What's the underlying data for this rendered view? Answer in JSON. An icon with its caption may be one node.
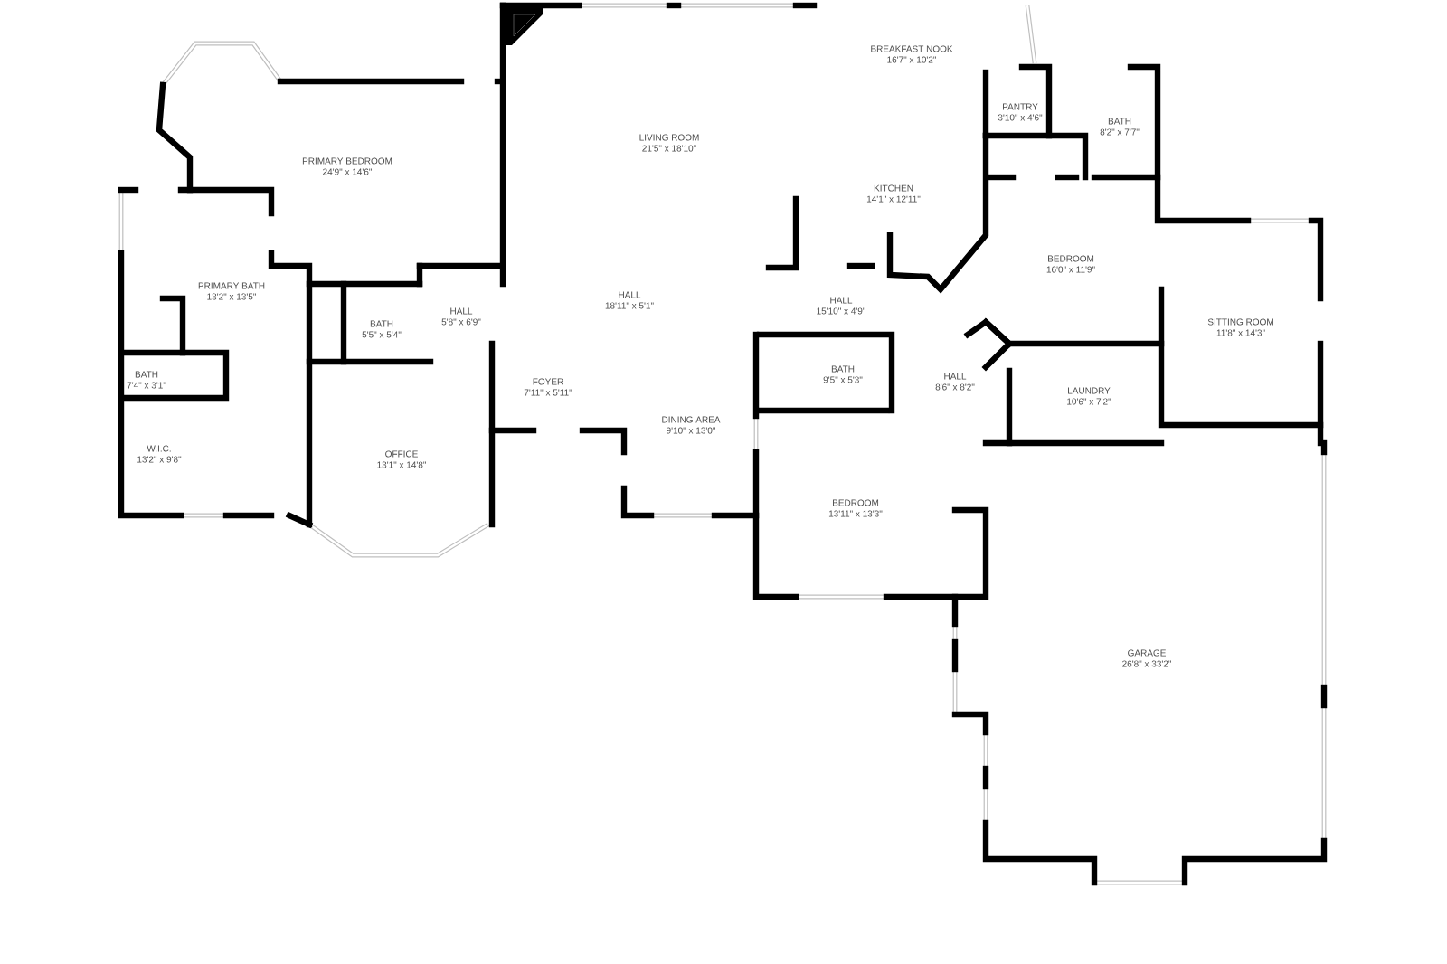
{
  "diagram": {
    "nodes": [
      {
        "text": [
          "BREAKFAST NOOK",
          "16'7\" x 10'2\""
        ]
      },
      {
        "text": [
          "PANTRY",
          "3'10\" x 4'6\""
        ]
      },
      {
        "text": [
          "BATH",
          "8'2\" x 7'7\""
        ]
      },
      {
        "text": [
          "LIVING ROOM",
          "21'5\" x 18'10\""
        ]
      },
      {
        "text": [
          "PRIMARY BEDROOM",
          "24'9\" x 14'6\""
        ]
      },
      {
        "text": [
          "KITCHEN",
          "14'1\" x 12'11\""
        ]
      },
      {
        "text": [
          "BEDROOM",
          "16'0\" x 11'9\""
        ]
      },
      {
        "text": [
          "HALL",
          "5'8\" x 6'9\""
        ]
      },
      {
        "text": [
          "PRIMARY BATH",
          "13'2\" x 13'5\""
        ]
      },
      {
        "text": [
          "HALL",
          "18'11\" x 5'1\""
        ]
      },
      {
        "text": [
          "HALL",
          "15'10\" x 4'9\""
        ]
      },
      {
        "text": [
          "SITTING ROOM",
          "11'8\" x 14'3\""
        ]
      },
      {
        "text": [
          "BATH",
          "5'5\" x 5'4\""
        ]
      },
      {
        "text": [
          "BATH",
          "9'5\" x 5'3\""
        ]
      },
      {
        "text": [
          "BATH",
          "7'4\" x 3'1\""
        ]
      },
      {
        "text": [
          "HALL",
          "8'6\" x 8'2\""
        ]
      },
      {
        "text": [
          "FOYER",
          "7'11\" x 5'11\""
        ]
      },
      {
        "text": [
          "LAUNDRY",
          "10'6\" x 7'2\""
        ]
      },
      {
        "text": [
          "DINING AREA",
          "9'10\" x 13'0\""
        ]
      },
      {
        "text": [
          "W.I.C.",
          "13'2\" x 9'8\""
        ]
      },
      {
        "text": [
          "OFFICE",
          "13'1\" x 14'8\""
        ]
      },
      {
        "text": [
          "BEDROOM",
          "13'11\" x 13'3\""
        ]
      },
      {
        "text": [
          "GARAGE",
          "26'8\" x 33'2\""
        ]
      }
    ]
  }
}
